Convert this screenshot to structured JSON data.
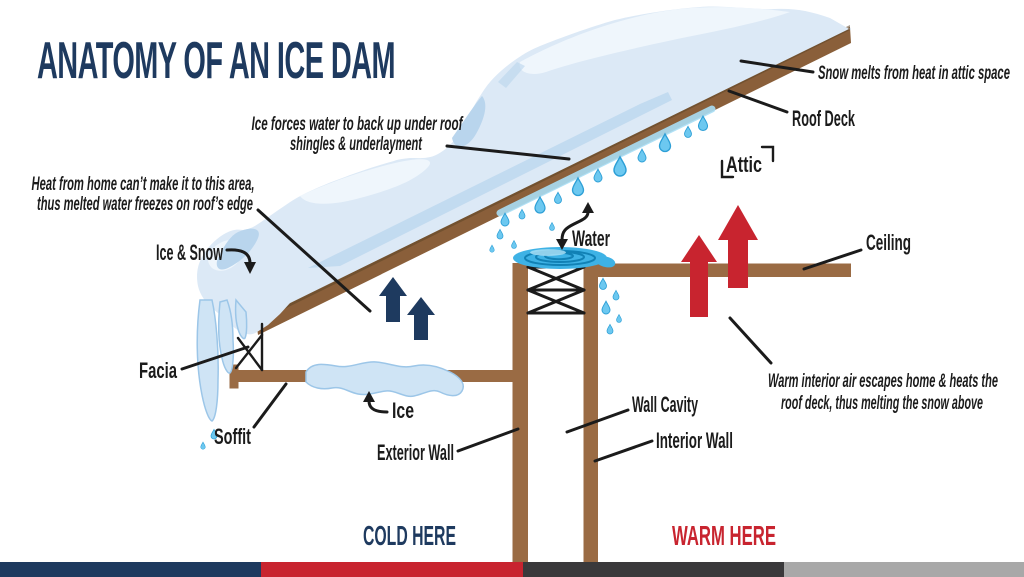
{
  "title": "ANATOMY OF AN ICE DAM",
  "colors": {
    "navy": "#1e3a5f",
    "red": "#c8242f",
    "wood": "#9a6b44",
    "deck": "#8a5f3a",
    "deck_edge": "#5f4526",
    "snow": "#dce9f6",
    "snow_hi": "#eff6fc",
    "snow_shade": "#b9d5ed",
    "ice": "#cfe4f5",
    "ice_edge": "#9cc6e8",
    "water": "#3eb2e5",
    "water_dark": "#1181b5",
    "water_light": "#a8def5",
    "drop": "#6cc8f0",
    "drop_edge": "#2d9fd6",
    "charcoal": "#3a393b",
    "gray": "#a8a8a8",
    "black": "#1b1b1b"
  },
  "annotations": {
    "snow_melts": "Snow melts from heat in attic space",
    "ice_forces_line1": "Ice forces water to back up under roof",
    "ice_forces_line2": "shingles & underlayment",
    "heat_line1": "Heat from home can’t make it to this area,",
    "heat_line2": "thus melted water freezes on roof’s edge",
    "warm_air_line1": "Warm interior air escapes home & heats the",
    "warm_air_line2": "roof deck, thus melting the snow above"
  },
  "labels": {
    "ice_snow": "Ice & Snow",
    "roof_deck": "Roof Deck",
    "attic": "Attic",
    "ceiling": "Ceiling",
    "water": "Water",
    "facia": "Facia",
    "soffit": "Soffit",
    "ice": "Ice",
    "exterior_wall": "Exterior Wall",
    "wall_cavity": "Wall Cavity",
    "interior_wall": "Interior Wall"
  },
  "zones": {
    "cold": "COLD HERE",
    "warm": "WARM HERE"
  }
}
